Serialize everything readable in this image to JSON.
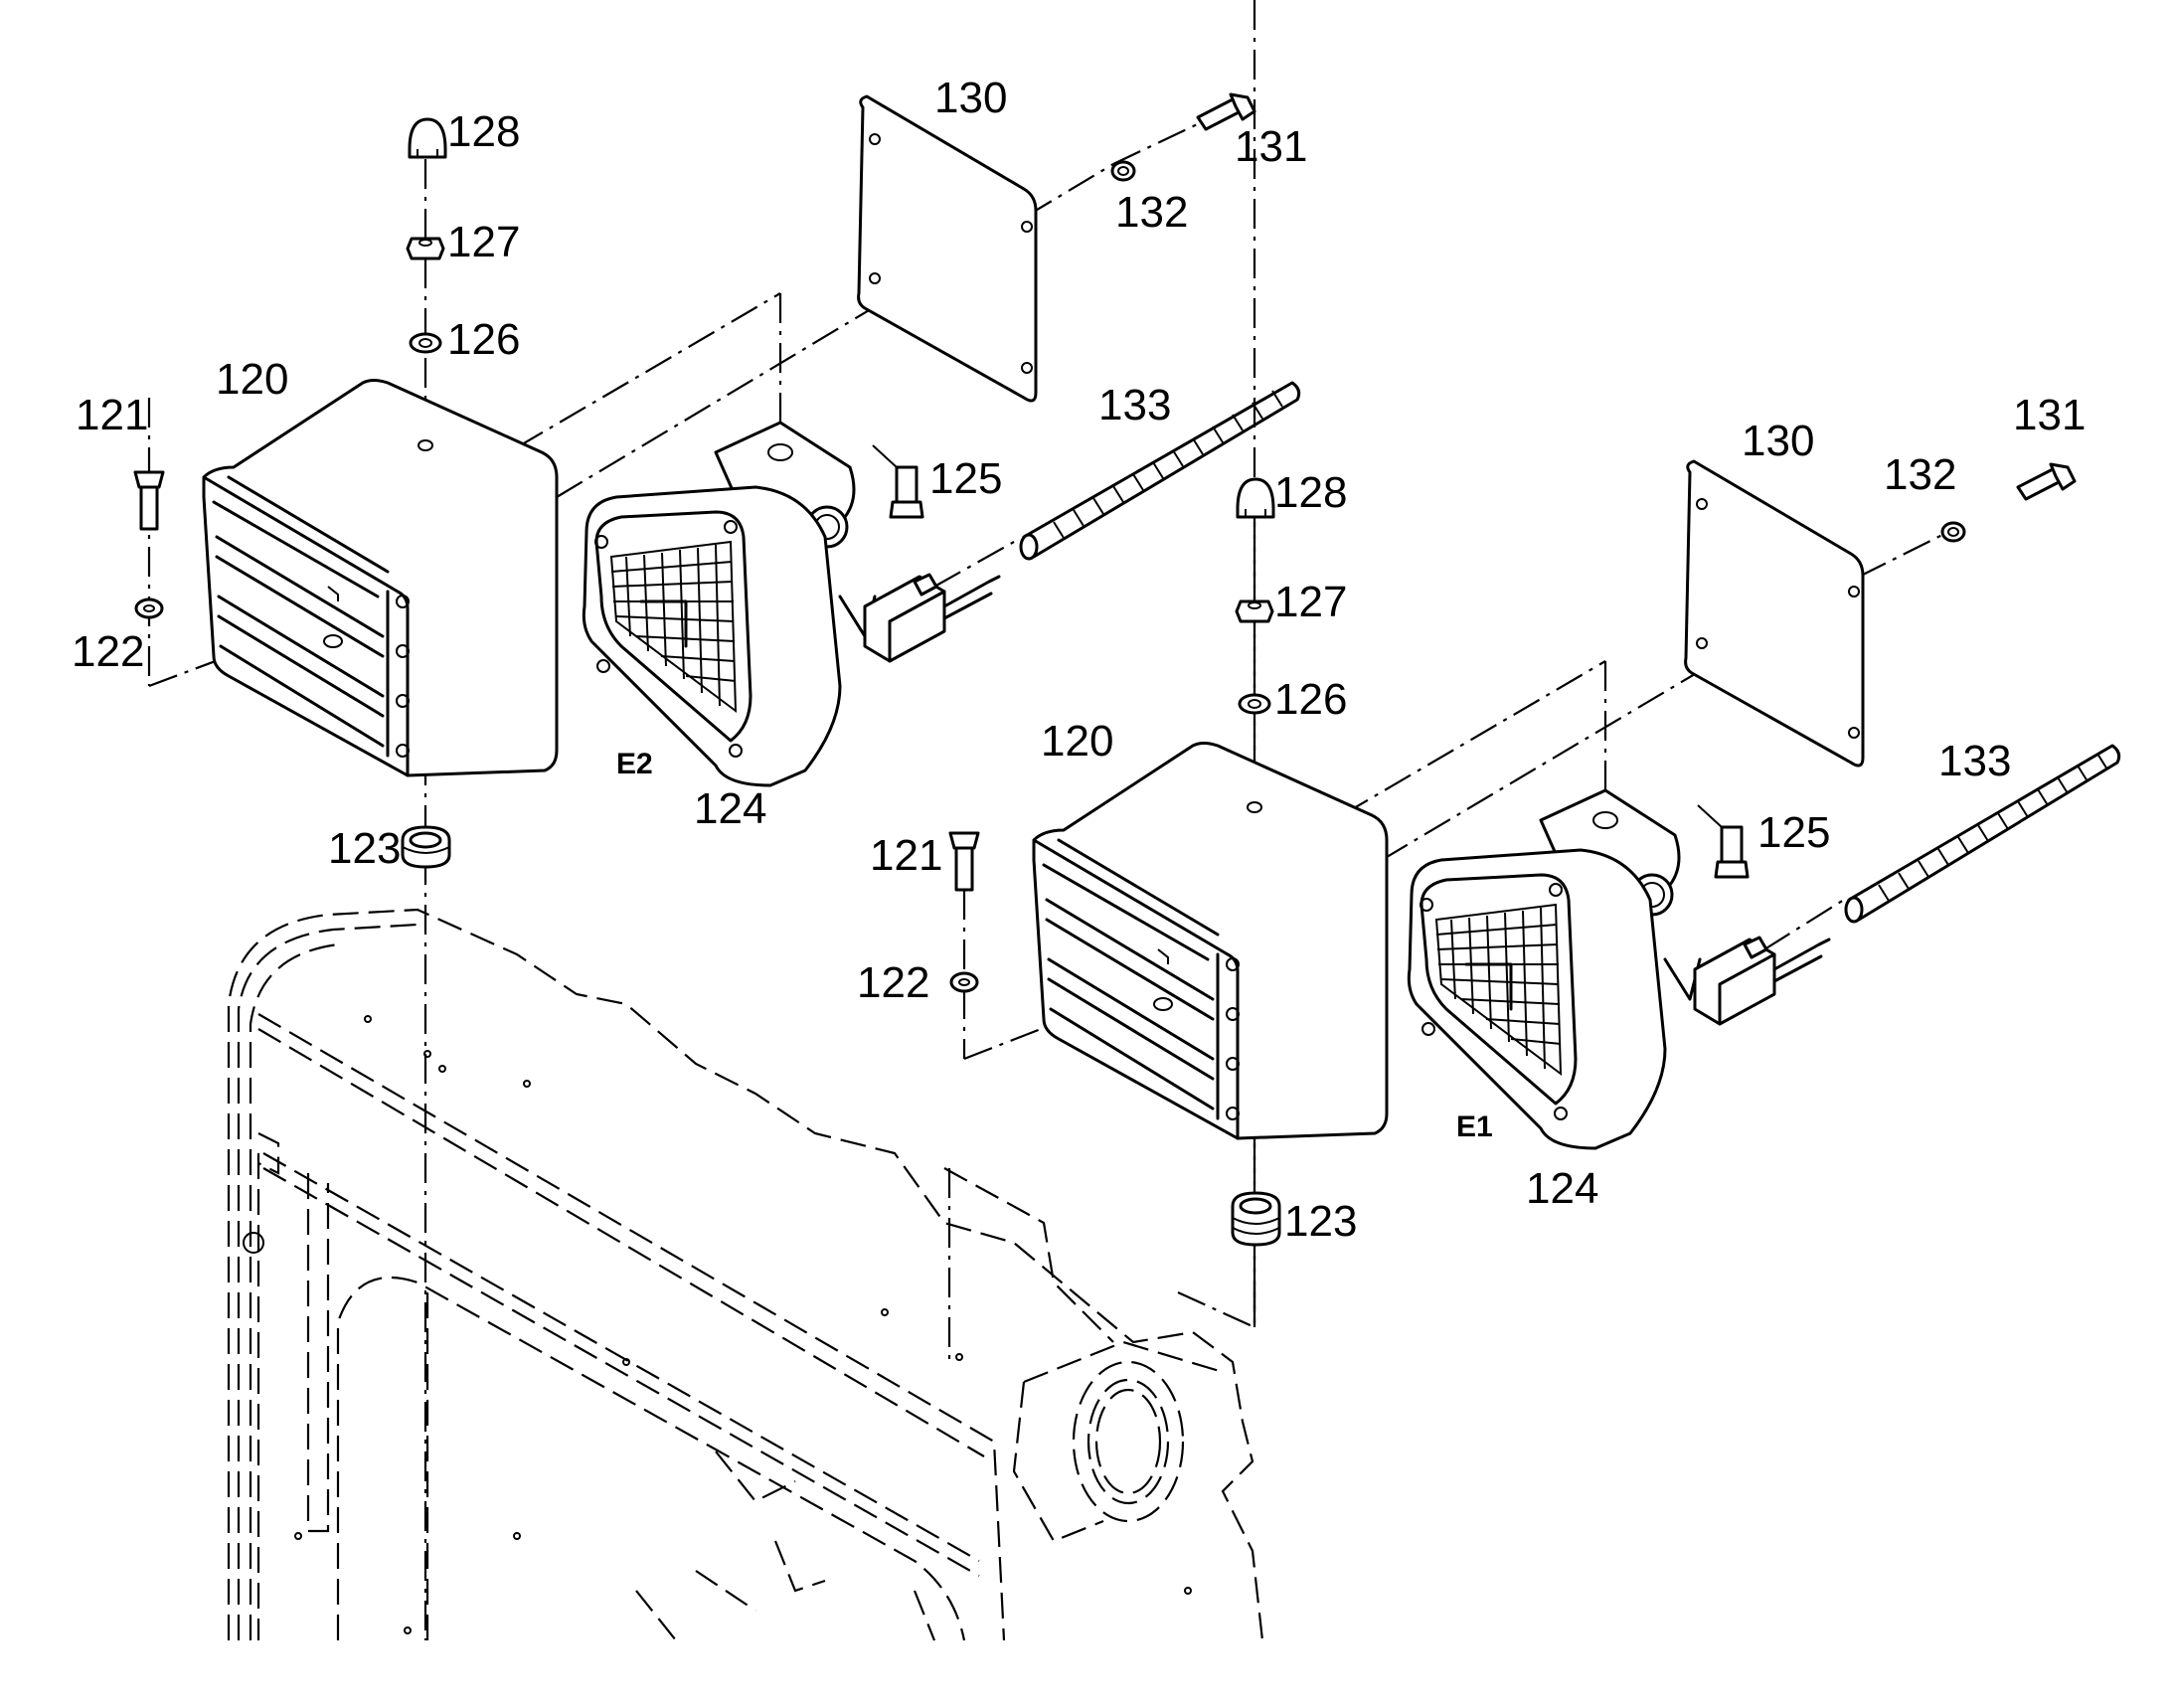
{
  "assemblies": [
    {
      "id": "E2",
      "parts": {
        "housing": "120",
        "bolt": "121",
        "washer_bolt": "122",
        "grommet": "123",
        "lamp": "124",
        "screw": "125",
        "washer": "126",
        "nut": "127",
        "cap_nut": "128",
        "plate": "130",
        "plate_bolt": "131",
        "plate_washer": "132",
        "conduit": "133"
      }
    },
    {
      "id": "E1",
      "parts": {
        "housing": "120",
        "bolt": "121",
        "washer_bolt": "122",
        "grommet": "123",
        "lamp": "124",
        "screw": "125",
        "washer": "126",
        "nut": "127",
        "cap_nut": "128",
        "plate": "130",
        "plate_bolt": "131",
        "plate_washer": "132",
        "conduit": "133"
      }
    }
  ]
}
